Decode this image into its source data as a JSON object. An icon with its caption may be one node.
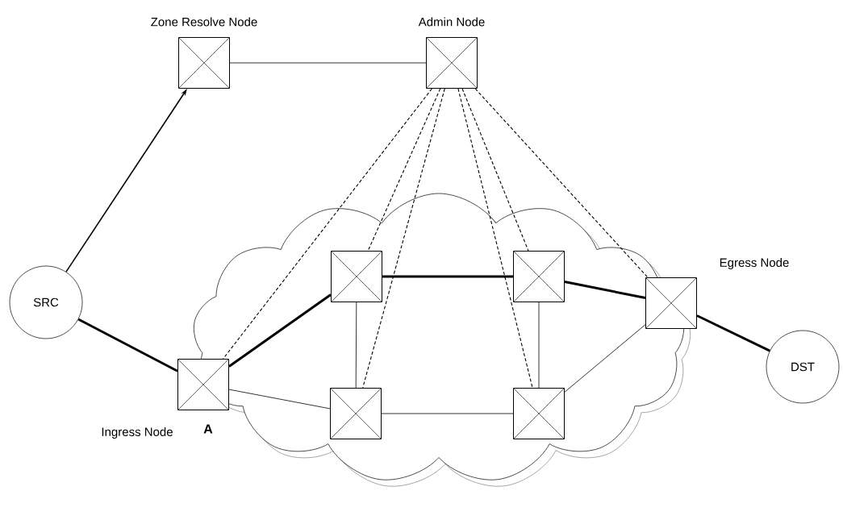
{
  "diagram": {
    "nodes": [
      {
        "text": [
          "Zone Resolve Node"
        ]
      },
      {
        "text": [
          "Admin Node"
        ]
      },
      {
        "text": [
          "SRC"
        ]
      },
      {
        "text": [
          "Ingress Node"
        ],
        "beside": [
          "A"
        ]
      },
      {
        "text": [],
        "shape": "box"
      },
      {
        "text": [],
        "shape": "box"
      },
      {
        "text": [
          "Egress Node"
        ]
      },
      {
        "text": [],
        "shape": "box"
      },
      {
        "text": [],
        "shape": "box"
      },
      {
        "text": [
          "DST"
        ]
      }
    ],
    "edges": [
      {
        "from": 2,
        "to": 0,
        "arrow": "to"
      },
      {
        "from": 0,
        "to": 1,
        "arrow": "none"
      },
      {
        "from": 1,
        "to": 3,
        "arrow": "none",
        "style": "dashed"
      },
      {
        "from": 1,
        "to": 4,
        "arrow": "none",
        "style": "dashed"
      },
      {
        "from": 1,
        "to": 7,
        "arrow": "none",
        "style": "dashed"
      },
      {
        "from": 1,
        "to": 8,
        "arrow": "none",
        "style": "dashed"
      },
      {
        "from": 1,
        "to": 5,
        "arrow": "none",
        "style": "dashed"
      },
      {
        "from": 1,
        "to": 6,
        "arrow": "none",
        "style": "dashed"
      },
      {
        "from": 2,
        "to": 3,
        "arrow": "none",
        "style": "thick"
      },
      {
        "from": 3,
        "to": 4,
        "arrow": "none",
        "style": "thick"
      },
      {
        "from": 4,
        "to": 5,
        "arrow": "none",
        "style": "thick"
      },
      {
        "from": 5,
        "to": 6,
        "arrow": "none",
        "style": "thick"
      },
      {
        "from": 6,
        "to": 9,
        "arrow": "none",
        "style": "thick"
      },
      {
        "from": 3,
        "to": 7,
        "arrow": "none"
      },
      {
        "from": 4,
        "to": 7,
        "arrow": "none"
      },
      {
        "from": 5,
        "to": 8,
        "arrow": "none"
      },
      {
        "from": 7,
        "to": 8,
        "arrow": "none"
      },
      {
        "from": 8,
        "to": 6,
        "arrow": "none"
      }
    ]
  }
}
